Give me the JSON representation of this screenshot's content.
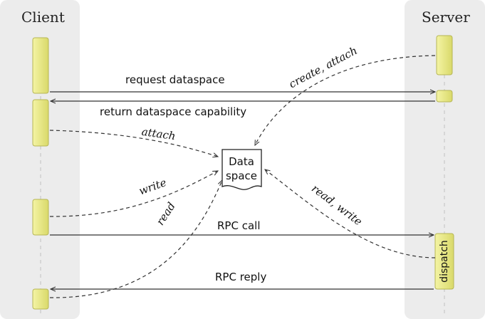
{
  "lanes": {
    "client": {
      "title": "Client"
    },
    "server": {
      "title": "Server"
    }
  },
  "messages": {
    "request": "request dataspace",
    "return_cap": "return dataspace capability",
    "rpc_call": "RPC call",
    "rpc_reply": "RPC reply"
  },
  "dashed_labels": {
    "create_attach": "create, attach",
    "attach": "attach",
    "write": "write",
    "read": "read",
    "read_write": "read, write"
  },
  "dataspace": {
    "line1": "Data",
    "line2": "space"
  },
  "server_activation": {
    "dispatch": "dispatch"
  },
  "colors": {
    "lane_bg": "#ececec",
    "activation_fill": "#e8e88a",
    "activation_stroke": "#b6b654",
    "lifeline": "#c9c9c9",
    "arrow": "#333333"
  }
}
